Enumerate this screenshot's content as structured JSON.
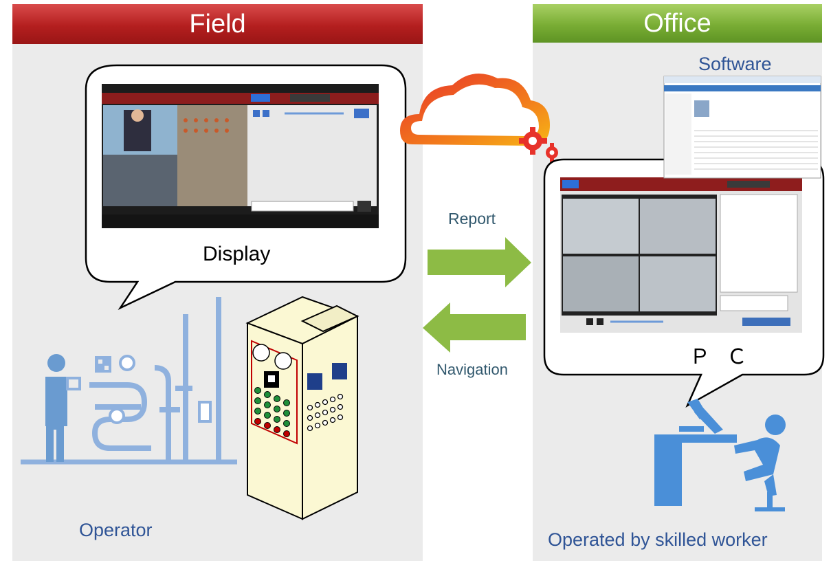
{
  "field": {
    "title": "Field",
    "display_label": "Display",
    "operator_label": "Operator"
  },
  "office": {
    "title": "Office",
    "software_label": "Software",
    "pc_label": "ＰＣ",
    "worker_label": "Operated by skilled worker"
  },
  "flows": {
    "report_label": "Report",
    "navigation_label": "Navigation"
  },
  "colors": {
    "field_header": "#c0292b",
    "office_header": "#7aae38",
    "panel_bg": "#ebebeb",
    "arrow": "#8dbb45",
    "icon_blue": "#5b9bd5",
    "cloud_orange": "#f06a1f"
  }
}
